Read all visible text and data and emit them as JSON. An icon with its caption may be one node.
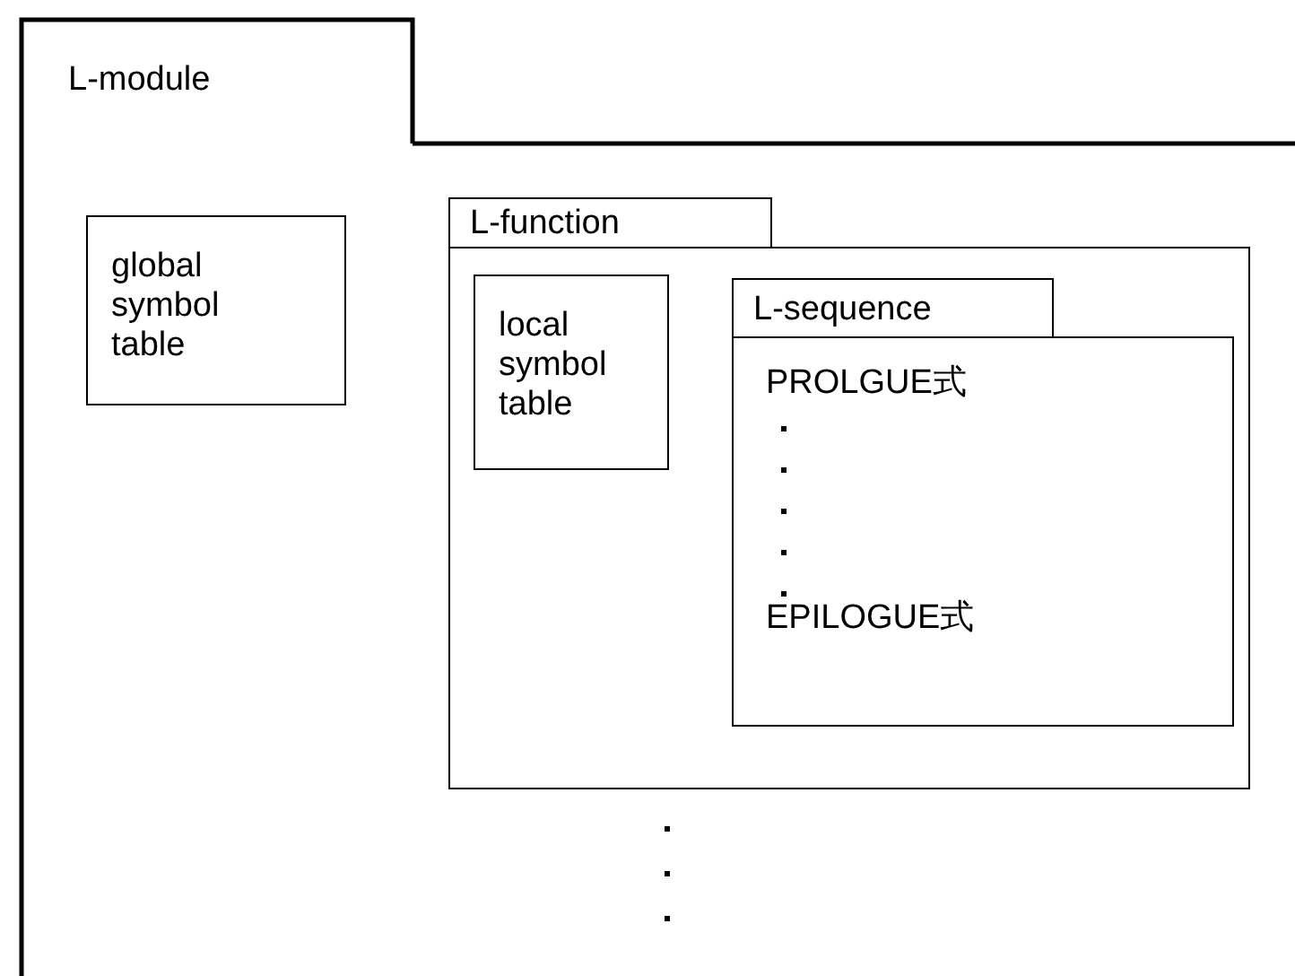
{
  "diagram": {
    "nodes": [
      {
        "text": [
          "L-module"
        ]
      },
      {
        "text": [
          "global symbol table"
        ],
        "in": 0
      },
      {
        "text": [
          "L-function"
        ],
        "in": 0
      },
      {
        "text": [
          "local symbol table"
        ],
        "in": 2
      },
      {
        "text": [
          "L-sequence",
          "PROLGUE式",
          "EPILOGUE式"
        ],
        "in": 2
      }
    ]
  }
}
